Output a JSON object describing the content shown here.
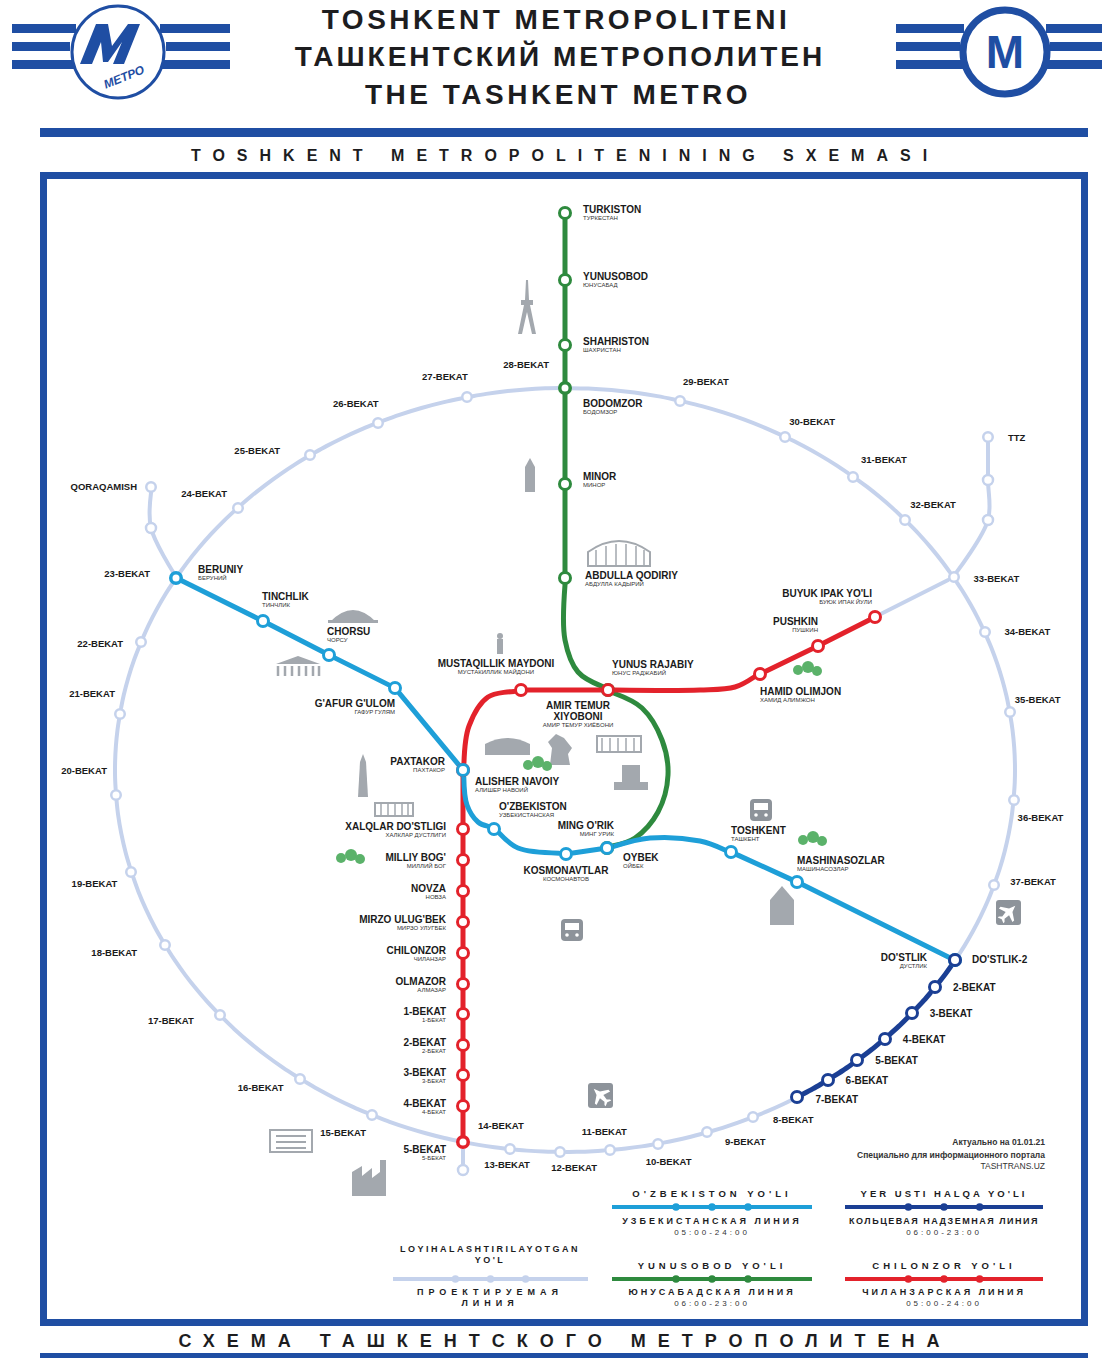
{
  "diagram": {
    "title": "TOSHKENT METROPOLITENI",
    "caption": "СХЕМА ТАШКЕНТСКОГО МЕТРОПОЛИТЕНА",
    "nodes": [
      {
        "text": [
          "TURKISTON",
          "ТУРКЕСТАН"
        ]
      },
      {
        "text": [
          "YUNUSOBOD",
          "ЮНУСАБАД"
        ]
      },
      {
        "text": [
          "SHAHRISTON",
          "ШАХРИСТАН"
        ]
      },
      {
        "text": [
          "BODOMZOR",
          "БОДОМЗОР"
        ]
      },
      {
        "text": [
          "MINOR",
          "МИНОР"
        ]
      },
      {
        "text": [
          "ABDULLA QODIRIY",
          "АБДУЛЛА КАДЫРИЙ"
        ]
      },
      {
        "text": [
          "YUNUS RAJABIY",
          "ЮНУС РАДЖАБИЙ"
        ]
      },
      {
        "text": [
          "MING O'RIK",
          "МИНГ УРИК"
        ]
      },
      {
        "text": [
          "BUYUK IPAK YO'LI",
          "БУЮК ИПАК ЙУЛИ"
        ]
      },
      {
        "text": [
          "PUSHKIN",
          "ПУШКИН"
        ]
      },
      {
        "text": [
          "HAMID OLIMJON",
          "ХАМИД АЛИМЖОН"
        ]
      },
      {
        "text": [
          "AMIR TEMUR XIYOBONI",
          "АМИР ТЕМУР ХИЁБОНИ"
        ]
      },
      {
        "text": [
          "MUSTAQILLIK MAYDONI",
          "МУСТАКИЛЛИК МАЙДОНИ"
        ]
      },
      {
        "text": [
          "PAXTAKOR",
          "ПАХТАКОР"
        ]
      },
      {
        "text": [
          "XALQLAR DO'STLIGI",
          "ХАЛКЛАР ДУСТЛИГИ"
        ]
      },
      {
        "text": [
          "MILLIY BOG'",
          "МИЛЛИЙ БОГ"
        ]
      },
      {
        "text": [
          "NOVZA",
          "НОВЗА"
        ]
      },
      {
        "text": [
          "MIRZO ULUG'BEK",
          "МИРЗО УЛУГБЕК"
        ]
      },
      {
        "text": [
          "CHILONZOR",
          "ЧИЛАНЗАР"
        ]
      },
      {
        "text": [
          "OLMAZOR",
          "АЛМАЗАР"
        ]
      },
      {
        "text": [
          "1-BEKAT",
          "1-БЕКАТ"
        ]
      },
      {
        "text": [
          "2-BEKAT",
          "2-БЕКАТ"
        ]
      },
      {
        "text": [
          "3-BEKAT",
          "3-БЕКАТ"
        ]
      },
      {
        "text": [
          "4-BEKAT",
          "4-БЕКАТ"
        ]
      },
      {
        "text": [
          "5-BEKAT",
          "5-БЕКАТ"
        ]
      },
      {
        "text": [
          "BERUNIY",
          "БЕРУНИЙ"
        ]
      },
      {
        "text": [
          "TINCHLIK",
          "ТИНЧЛИК"
        ]
      },
      {
        "text": [
          "CHORSU",
          "ЧОРСУ"
        ]
      },
      {
        "text": [
          "G'AFUR G'ULOM",
          "ГАФУР ГУЛЯМ"
        ]
      },
      {
        "text": [
          "ALISHER NAVOIY",
          "АЛИШЕР НАВОИЙ"
        ]
      },
      {
        "text": [
          "O'ZBEKISTON",
          "УЗБЕКИСТАНСКАЯ"
        ]
      },
      {
        "text": [
          "KOSMONAVTLAR",
          "КОСМОНАВТОВ"
        ]
      },
      {
        "text": [
          "OYBEK",
          "ОЙБЕК"
        ]
      },
      {
        "text": [
          "TOSHKENT",
          "ТАШКЕНТ"
        ]
      },
      {
        "text": [
          "MASHINASOZLAR",
          "МАШИНАСОЗЛАР"
        ]
      },
      {
        "text": [
          "DO'STLIK",
          "ДУСТЛИК"
        ]
      },
      {
        "text": [
          "DO'STLIK-2"
        ]
      },
      {
        "text": [
          "2-BEKAT"
        ]
      },
      {
        "text": [
          "3-BEKAT"
        ]
      },
      {
        "text": [
          "4-BEKAT"
        ]
      },
      {
        "text": [
          "5-BEKAT"
        ]
      },
      {
        "text": [
          "6-BEKAT"
        ]
      },
      {
        "text": [
          "7-BEKAT"
        ]
      },
      {
        "text": [
          "8-BEKAT"
        ]
      },
      {
        "text": [
          "9-BEKAT"
        ]
      },
      {
        "text": [
          "10-BEKAT"
        ]
      },
      {
        "text": [
          "11-BEKAT"
        ]
      },
      {
        "text": [
          "12-BEKAT"
        ]
      },
      {
        "text": [
          "13-BEKAT"
        ]
      },
      {
        "text": [
          "14-BEKAT"
        ]
      },
      {
        "text": [
          "15-BEKAT"
        ]
      },
      {
        "text": [
          "16-BEKAT"
        ]
      },
      {
        "text": [
          "17-BEKAT"
        ]
      },
      {
        "text": [
          "18-BEKAT"
        ]
      },
      {
        "text": [
          "19-BEKAT"
        ]
      },
      {
        "text": [
          "20-BEKAT"
        ]
      },
      {
        "text": [
          "21-BEKAT"
        ]
      },
      {
        "text": [
          "22-BEKAT"
        ]
      },
      {
        "text": [
          "23-BEKAT"
        ]
      },
      {
        "text": [
          "24-BEKAT"
        ]
      },
      {
        "text": [
          "25-BEKAT"
        ]
      },
      {
        "text": [
          "26-BEKAT"
        ]
      },
      {
        "text": [
          "27-BEKAT"
        ]
      },
      {
        "text": [
          "28-BEKAT"
        ]
      },
      {
        "text": [
          "29-BEKAT"
        ]
      },
      {
        "text": [
          "30-BEKAT"
        ]
      },
      {
        "text": [
          "31-BEKAT"
        ]
      },
      {
        "text": [
          "32-BEKAT"
        ]
      },
      {
        "text": [
          "33-BEKAT"
        ]
      },
      {
        "text": [
          "34-BEKAT"
        ]
      },
      {
        "text": [
          "35-BEKAT"
        ]
      },
      {
        "text": [
          "36-BEKAT"
        ]
      },
      {
        "text": [
          "37-BEKAT"
        ]
      },
      {
        "text": [
          "QORAQAMISH"
        ]
      },
      {
        "text": [
          "TTZ"
        ]
      }
    ],
    "edges": [
      {
        "from": 0,
        "to": 1,
        "arrow": "none"
      },
      {
        "from": 1,
        "to": 2,
        "arrow": "none"
      },
      {
        "from": 2,
        "to": 3,
        "arrow": "none"
      },
      {
        "from": 3,
        "to": 4,
        "arrow": "none"
      },
      {
        "from": 4,
        "to": 5,
        "arrow": "none"
      },
      {
        "from": 5,
        "to": 6,
        "arrow": "none"
      },
      {
        "from": 6,
        "to": 7,
        "arrow": "none"
      },
      {
        "from": 8,
        "to": 9,
        "arrow": "none"
      },
      {
        "from": 9,
        "to": 10,
        "arrow": "none"
      },
      {
        "from": 10,
        "to": 11,
        "arrow": "none"
      },
      {
        "from": 11,
        "to": 12,
        "arrow": "none"
      },
      {
        "from": 12,
        "to": 13,
        "arrow": "none"
      },
      {
        "from": 13,
        "to": 14,
        "arrow": "none"
      },
      {
        "from": 14,
        "to": 15,
        "arrow": "none"
      },
      {
        "from": 15,
        "to": 16,
        "arrow": "none"
      },
      {
        "from": 16,
        "to": 17,
        "arrow": "none"
      },
      {
        "from": 17,
        "to": 18,
        "arrow": "none"
      },
      {
        "from": 18,
        "to": 19,
        "arrow": "none"
      },
      {
        "from": 19,
        "to": 20,
        "arrow": "none"
      },
      {
        "from": 20,
        "to": 21,
        "arrow": "none"
      },
      {
        "from": 21,
        "to": 22,
        "arrow": "none"
      },
      {
        "from": 22,
        "to": 23,
        "arrow": "none"
      },
      {
        "from": 23,
        "to": 24,
        "arrow": "none"
      },
      {
        "from": 25,
        "to": 26,
        "arrow": "none"
      },
      {
        "from": 26,
        "to": 27,
        "arrow": "none"
      },
      {
        "from": 27,
        "to": 28,
        "arrow": "none"
      },
      {
        "from": 28,
        "to": 29,
        "arrow": "none"
      },
      {
        "from": 29,
        "to": 30,
        "arrow": "none"
      },
      {
        "from": 30,
        "to": 31,
        "arrow": "none"
      },
      {
        "from": 31,
        "to": 32,
        "arrow": "none"
      },
      {
        "from": 32,
        "to": 33,
        "arrow": "none"
      },
      {
        "from": 33,
        "to": 34,
        "arrow": "none"
      },
      {
        "from": 34,
        "to": 35,
        "arrow": "none"
      },
      {
        "from": 36,
        "to": 37,
        "arrow": "none"
      },
      {
        "from": 37,
        "to": 38,
        "arrow": "none"
      },
      {
        "from": 38,
        "to": 39,
        "arrow": "none"
      },
      {
        "from": 39,
        "to": 40,
        "arrow": "none"
      },
      {
        "from": 40,
        "to": 41,
        "arrow": "none"
      },
      {
        "from": 41,
        "to": 42,
        "arrow": "none"
      },
      {
        "from": 42,
        "to": 43,
        "arrow": "none"
      },
      {
        "from": 43,
        "to": 44,
        "arrow": "none"
      },
      {
        "from": 44,
        "to": 45,
        "arrow": "none"
      },
      {
        "from": 45,
        "to": 46,
        "arrow": "none"
      },
      {
        "from": 46,
        "to": 47,
        "arrow": "none"
      },
      {
        "from": 47,
        "to": 48,
        "arrow": "none"
      },
      {
        "from": 48,
        "to": 49,
        "arrow": "none"
      },
      {
        "from": 49,
        "to": 50,
        "arrow": "none"
      },
      {
        "from": 50,
        "to": 51,
        "arrow": "none"
      },
      {
        "from": 51,
        "to": 52,
        "arrow": "none"
      },
      {
        "from": 52,
        "to": 53,
        "arrow": "none"
      },
      {
        "from": 53,
        "to": 54,
        "arrow": "none"
      },
      {
        "from": 54,
        "to": 55,
        "arrow": "none"
      },
      {
        "from": 55,
        "to": 56,
        "arrow": "none"
      },
      {
        "from": 56,
        "to": 57,
        "arrow": "none"
      },
      {
        "from": 57,
        "to": 58,
        "arrow": "none"
      },
      {
        "from": 58,
        "to": 59,
        "arrow": "none"
      },
      {
        "from": 59,
        "to": 60,
        "arrow": "none"
      },
      {
        "from": 60,
        "to": 61,
        "arrow": "none"
      },
      {
        "from": 61,
        "to": 62,
        "arrow": "none"
      },
      {
        "from": 62,
        "to": 63,
        "arrow": "none"
      },
      {
        "from": 63,
        "to": 64,
        "arrow": "none"
      },
      {
        "from": 64,
        "to": 65,
        "arrow": "none"
      },
      {
        "from": 65,
        "to": 66,
        "arrow": "none"
      },
      {
        "from": 66,
        "to": 67,
        "arrow": "none"
      },
      {
        "from": 67,
        "to": 68,
        "arrow": "none"
      },
      {
        "from": 68,
        "to": 69,
        "arrow": "none"
      },
      {
        "from": 69,
        "to": 70,
        "arrow": "none"
      },
      {
        "from": 70,
        "to": 71,
        "arrow": "none"
      },
      {
        "from": 71,
        "to": 72,
        "arrow": "none"
      },
      {
        "from": 72,
        "to": 36,
        "arrow": "none"
      },
      {
        "from": 58,
        "to": 73,
        "arrow": "none"
      },
      {
        "from": 68,
        "to": 74,
        "arrow": "none"
      },
      {
        "from": 68,
        "to": 8,
        "arrow": "none"
      }
    ],
    "labels": [
      "ТАШКЕНТСКИЙ МЕТРОПОЛИТЕН",
      "THE TASHKENT METRO",
      "МЕТРО",
      "М",
      "TOSHKENT METROPOLITENINING SXEMASI",
      "Актуально на 01.01.21",
      "Специально для информационного портала",
      "TASHTRANS.UZ",
      "УЗБЕКИСТАНСКАЯ ЛИНИЯ",
      "05:00-24:00",
      "КОЛЬЦЕВАЯ НАДЗЕМНАЯ ЛИНИЯ",
      "06:00-23:00",
      "ПРОЕКТИРУЕМАЯ ЛИНИЯ",
      "ЮНУСАБАДСКАЯ ЛИНИЯ",
      "06:00-23:00",
      "ЧИЛАНЗАРСКАЯ ЛИНИЯ",
      "05:00-24:00"
    ],
    "legend": [
      {
        "text": "O'ZBEKISTON YO'LI",
        "color": "#1e9fd8"
      },
      {
        "text": "YER USTI HALQA YO'LI",
        "color": "#1b3f94"
      },
      {
        "text": "LOYIHALASHTIRILAYOTGAN YO'L",
        "color": "#c5d2ec"
      },
      {
        "text": "YUNUSOBOD YO'LI",
        "color": "#2e8a3e"
      },
      {
        "text": "CHILONZOR YO'LI",
        "color": "#e3222b"
      }
    ]
  }
}
